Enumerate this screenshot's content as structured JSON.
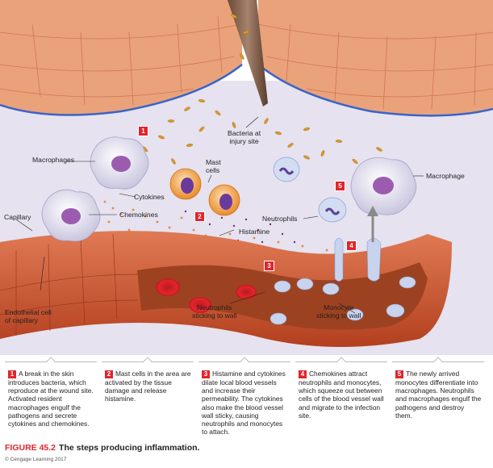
{
  "labels": {
    "macrophages": "Macrophages",
    "cytokines": "Cytokines",
    "chemokines": "Chemokines",
    "capillary": "Capillary",
    "mast_cells_1": "Mast",
    "mast_cells_2": "cells",
    "bacteria_1": "Bacteria at",
    "bacteria_2": "injury site",
    "histamine": "Histamine",
    "neutrophils": "Neutrophils",
    "macrophage": "Macrophage",
    "endothelial_1": "Endothelial cell",
    "endothelial_2": "of capillary",
    "neutrophils_sticking_1": "Neutrophils",
    "neutrophils_sticking_2": "sticking to wall",
    "monocyte_sticking_1": "Monocyte",
    "monocyte_sticking_2": "sticking to wall"
  },
  "badges": [
    "1",
    "2",
    "3",
    "4",
    "5"
  ],
  "steps": [
    {
      "num": "1",
      "text": "A break in the skin introduces bacteria, which reproduce at the wound site. Activated resident macrophages engulf the pathogens and secrete cytokines and chemokines."
    },
    {
      "num": "2",
      "text": "Mast cells in the area are activated by the tissue damage and release histamine."
    },
    {
      "num": "3",
      "text": "Histamine and cytokines dilate local blood vessels and increase their permeability. The cytokines also make the blood vessel wall sticky, causing neutrophils and monocytes to attach."
    },
    {
      "num": "4",
      "text": "Chemokines attract neutrophils and monocytes, which squeeze out between cells of the blood vessel wall and migrate to the infection site."
    },
    {
      "num": "5",
      "text": "The newly arrived monocytes differentiate into macrophages. Neutrophils and macrophages engulf the pathogens and destroy them."
    }
  ],
  "caption": {
    "figure": "FIGURE 45.2",
    "title": "The steps producing inflammation."
  },
  "copyright": "© Cengage Learning 2017",
  "colors": {
    "skin": "#e8a07a",
    "skin_line": "#c7643c",
    "membrane": "#3a64c8",
    "tissue": "#ddd8ea",
    "vessel": "#c44a2a",
    "lumen": "#a84a22",
    "rbc": "#d8242a",
    "bacteria": "#d99a2a",
    "accent_red": "#e3242b"
  }
}
